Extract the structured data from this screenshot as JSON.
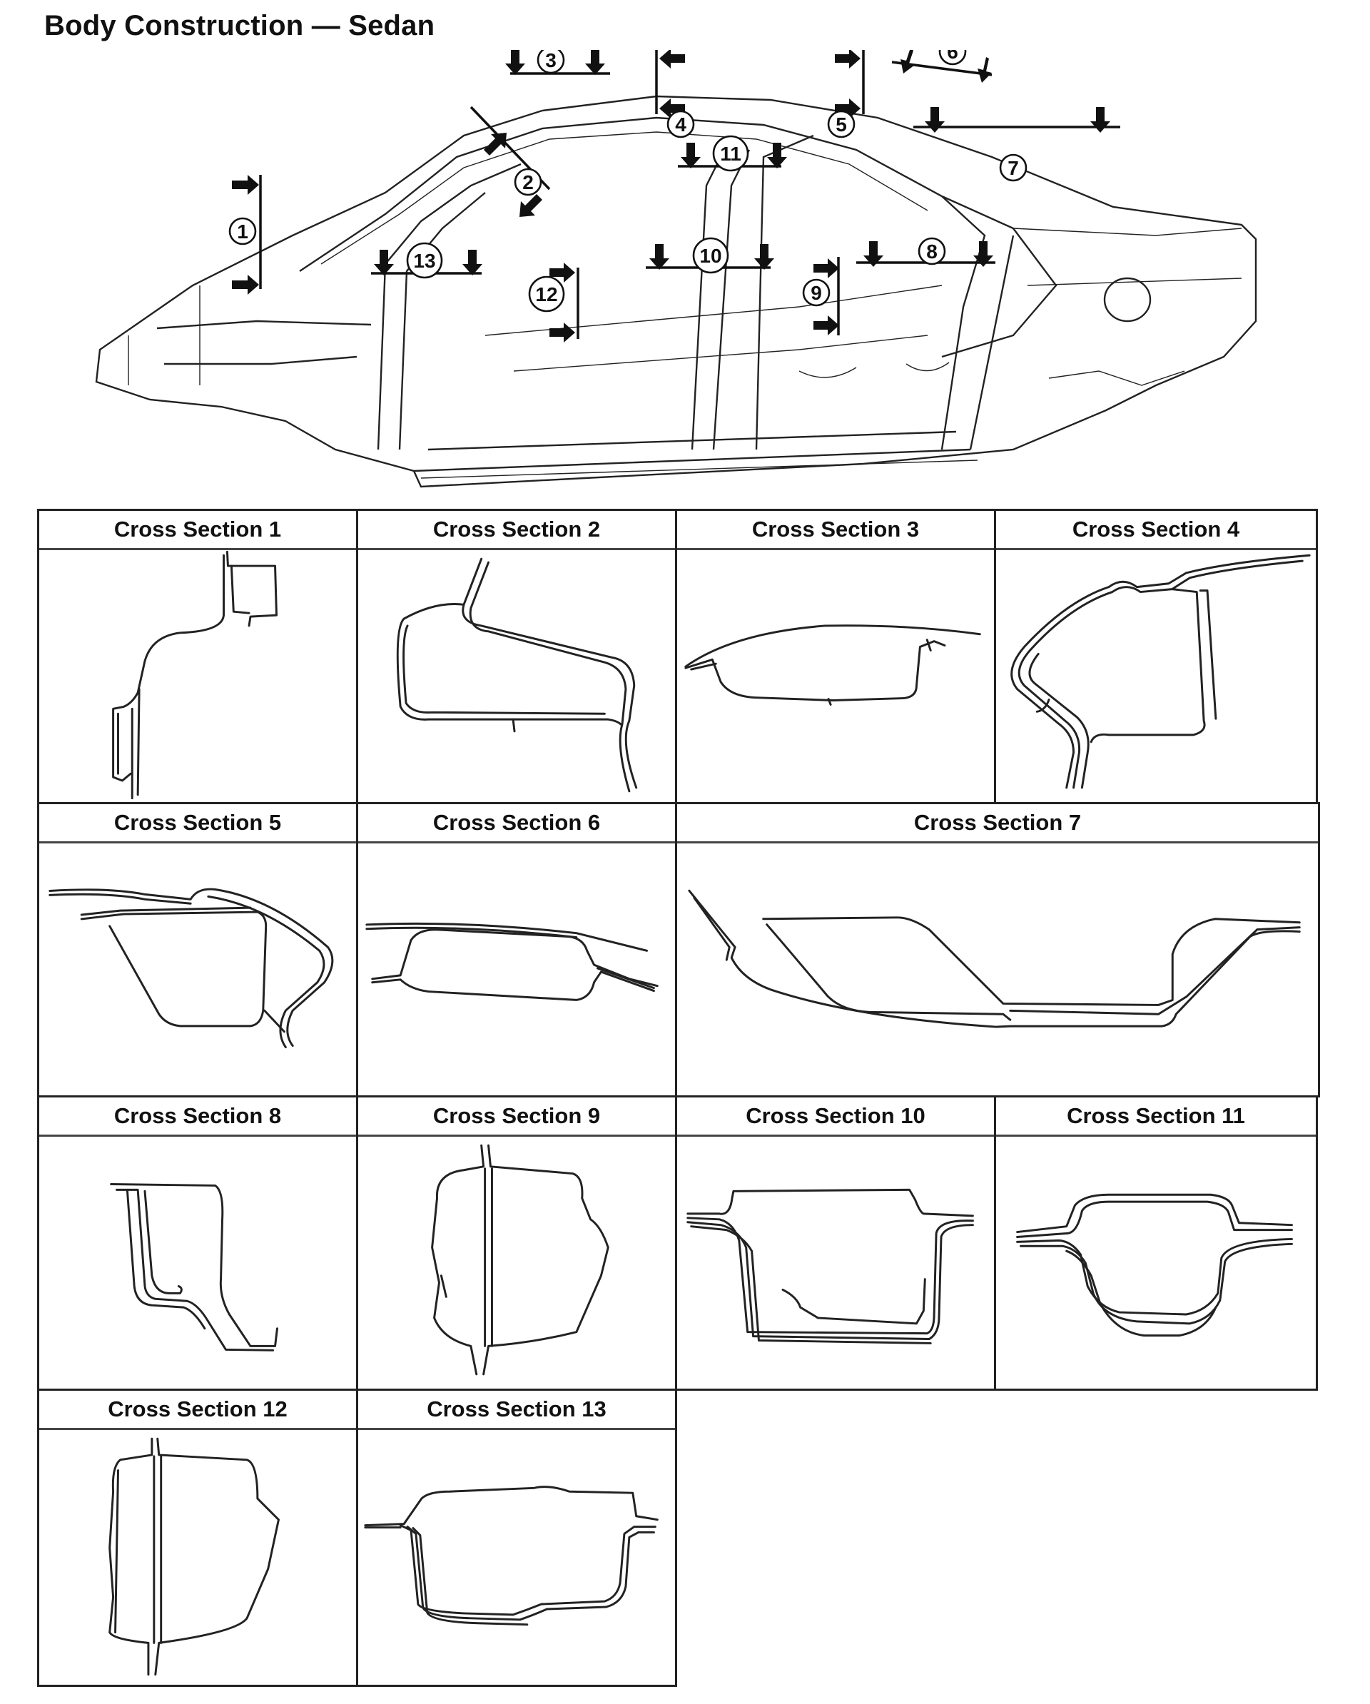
{
  "page": {
    "title": "Body Construction — Sedan"
  },
  "overview": {
    "markers": [
      "1",
      "2",
      "3",
      "4",
      "5",
      "6",
      "7",
      "8",
      "9",
      "10",
      "11",
      "12",
      "13"
    ]
  },
  "cross_sections": [
    {
      "label": "Cross Section 1"
    },
    {
      "label": "Cross Section 2"
    },
    {
      "label": "Cross Section 3"
    },
    {
      "label": "Cross Section 4"
    },
    {
      "label": "Cross Section 5"
    },
    {
      "label": "Cross Section 6"
    },
    {
      "label": "Cross Section 7"
    },
    {
      "label": "Cross Section 8"
    },
    {
      "label": "Cross Section 9"
    },
    {
      "label": "Cross Section 10"
    },
    {
      "label": "Cross Section 11"
    },
    {
      "label": "Cross Section 12"
    },
    {
      "label": "Cross Section 13"
    }
  ]
}
